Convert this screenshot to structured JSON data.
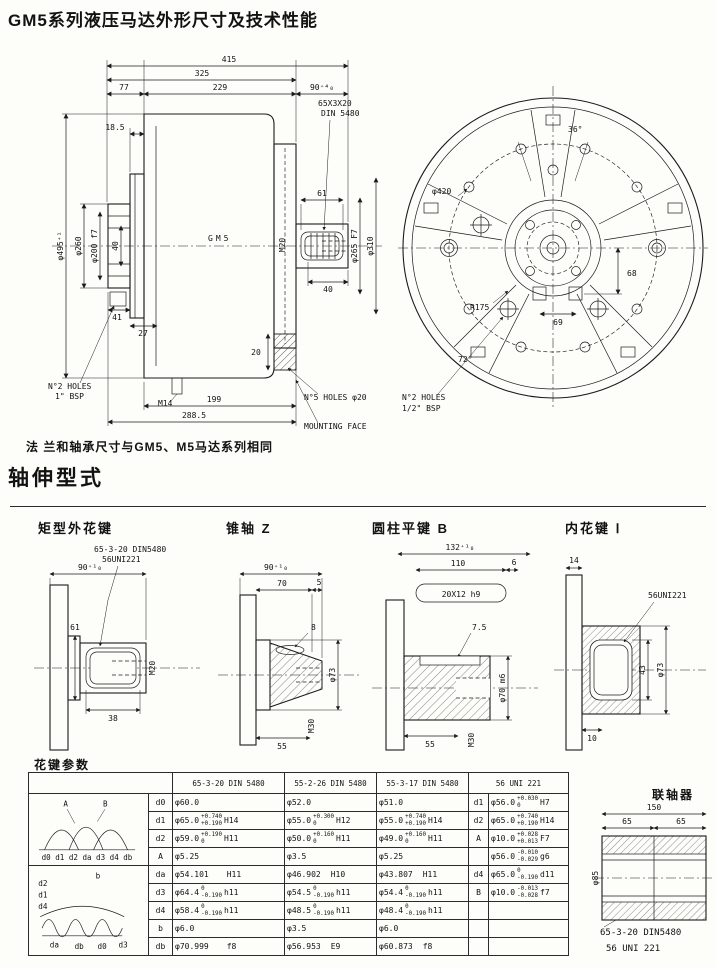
{
  "title": "GM5系列液压马达外形尺寸及技术性能",
  "note": "法 兰和轴承尺寸与GM5、M5马达系列相同",
  "section2_title": "轴伸型式",
  "side_view": {
    "gm5": "GM5",
    "d415": "415",
    "d325": "325",
    "d77": "77",
    "d229": "229",
    "d90": "90⁺⁴₀",
    "d18_5": "18.5",
    "d61": "61",
    "d495": "φ495⁺¹",
    "d260": "φ260",
    "d200": "φ200 f7",
    "d265": "φ265 F7",
    "d310": "φ310",
    "m20": "M20",
    "d40shaft": "40",
    "d40hub": "40",
    "d41": "41",
    "d27": "27",
    "m14": "M14",
    "d20": "20",
    "d199": "199",
    "d288": "288.5",
    "spline1": "65X3X20",
    "spline2": "DIN 5480",
    "holesL1": "N°2 HOLES",
    "holesL2": "1\" BSP",
    "holesR": "N°5 HOLES φ20",
    "mount": "MOUNTING FACE"
  },
  "front_view": {
    "a36": "36°",
    "d420": "φ420",
    "r175": "R175",
    "d68": "68",
    "d69": "69",
    "a72": "72°",
    "holes1": "N°2 HOLES",
    "holes2": "1/2\" BSP"
  },
  "shafts": {
    "s1": {
      "title": "矩型外花键",
      "note1": "65-3-20 DIN5480",
      "note2": "56UNI221",
      "len": "90⁺¹₀",
      "d61": "61",
      "d38": "38",
      "m20": "M20"
    },
    "s2": {
      "title": "锥轴 Z",
      "len": "90⁺¹₀",
      "d70": "70",
      "d5": "5",
      "d8": "8",
      "d73": "φ73",
      "m30": "M30",
      "d55": "55"
    },
    "s3": {
      "title": "圆柱平键 B",
      "len": "132⁺¹₀",
      "d110": "110",
      "d6": "6",
      "key": "20X12 h9",
      "d75": "7.5",
      "d70": "φ70 m6",
      "m30": "M30",
      "d55": "55"
    },
    "s4": {
      "title": "内花键 Ⅰ",
      "d14": "14",
      "d43": "43",
      "note": "56UNI221",
      "d73": "φ73",
      "d10": "10"
    }
  },
  "spline_table": {
    "caption": "花键参数",
    "col1": "65-3-20 DIN 5480",
    "col2": "55-2-26 DIN 5480",
    "col3": "55-3-17 DIN 5480",
    "col4": "56 UNI 221",
    "sk1": {
      "a": "A",
      "b": "B",
      "row": "d0 d1 d2 da d3 d4 db"
    },
    "sk2": {
      "labels": [
        "b",
        "d2",
        "d1",
        "d4",
        "da",
        "db",
        "d0",
        "d3"
      ]
    },
    "rows": [
      {
        "label": "d0",
        "c1": {
          "v": "φ60.0"
        },
        "c2": {
          "v": "φ52.0"
        },
        "c3": {
          "v": "φ51.0"
        },
        "c4l": "d1",
        "c4": {
          "v": "φ56.0",
          "tt": "+0.030",
          "tb": "0",
          "f": "H7"
        }
      },
      {
        "label": "d1",
        "c1": {
          "v": "φ65.0",
          "tt": "+0.740",
          "tb": "+0.190",
          "f": "H14"
        },
        "c2": {
          "v": "φ55.0",
          "tt": "+0.300",
          "tb": "0",
          "f": "H12"
        },
        "c3": {
          "v": "φ55.0",
          "tt": "+0.740",
          "tb": "+0.190",
          "f": "H14"
        },
        "c4l": "d2",
        "c4": {
          "v": "φ65.0",
          "tt": "+0.740",
          "tb": "+0.190",
          "f": "H14"
        }
      },
      {
        "label": "d2",
        "c1": {
          "v": "φ59.0",
          "tt": "+0.190",
          "tb": "0",
          "f": "H11"
        },
        "c2": {
          "v": "φ50.0",
          "tt": "+0.160",
          "tb": "0",
          "f": "H11"
        },
        "c3": {
          "v": "φ49.0",
          "tt": "+0.160",
          "tb": "0",
          "f": "H11"
        },
        "c4l": "A",
        "c4": {
          "v": "φ10.0",
          "tt": "+0.028",
          "tb": "+0.013",
          "f": "F7"
        }
      },
      {
        "label": "A",
        "c1": {
          "v": "φ5.25"
        },
        "c2": {
          "v": "φ3.5"
        },
        "c3": {
          "v": "φ5.25"
        },
        "c4l": "",
        "c4": {
          "v": "φ56.0",
          "tt": "-0.010",
          "tb": "-0.029",
          "f": "g6"
        }
      },
      {
        "label": "da",
        "c1": {
          "v": "φ54.101",
          "f": "H11"
        },
        "c2": {
          "v": "φ46.902",
          "f": "H10"
        },
        "c3": {
          "v": "φ43.807",
          "f": "H11"
        },
        "c4l": "d4",
        "c4": {
          "v": "φ65.0",
          "tt": "0",
          "tb": "-0.190",
          "f": "d11"
        }
      },
      {
        "label": "d3",
        "c1": {
          "v": "φ64.4",
          "tt": "0",
          "tb": "-0.190",
          "f": "h11"
        },
        "c2": {
          "v": "φ54.5",
          "tt": "0",
          "tb": "-0.190",
          "f": "h11"
        },
        "c3": {
          "v": "φ54.4",
          "tt": "0",
          "tb": "-0.190",
          "f": "h11"
        },
        "c4l": "B",
        "c4": {
          "v": "φ10.0",
          "tt": "-0.013",
          "tb": "-0.028",
          "f": "f7"
        }
      },
      {
        "label": "d4",
        "c1": {
          "v": "φ58.4",
          "tt": "0",
          "tb": "-0.190",
          "f": "h11"
        },
        "c2": {
          "v": "φ48.5",
          "tt": "0",
          "tb": "-0.190",
          "f": "h11"
        },
        "c3": {
          "v": "φ48.4",
          "tt": "0",
          "tb": "-0.190",
          "f": "h11"
        },
        "c4l": "",
        "c4": {
          "v": ""
        }
      },
      {
        "label": "b",
        "c1": {
          "v": "φ6.0"
        },
        "c2": {
          "v": "φ3.5"
        },
        "c3": {
          "v": "φ6.0"
        },
        "c4l": "",
        "c4": {
          "v": ""
        }
      },
      {
        "label": "db",
        "c1": {
          "v": "φ70.999",
          "f": "f8"
        },
        "c2": {
          "v": "φ56.953",
          "f": "E9"
        },
        "c3": {
          "v": "φ60.873",
          "f": "f8"
        },
        "c4l": "",
        "c4": {
          "v": ""
        }
      }
    ]
  },
  "coupling": {
    "title": "联轴器",
    "d150": "150",
    "d65a": "65",
    "d65b": "65",
    "d85": "φ85",
    "note1": "65-3-20 DIN5480",
    "note2": "56 UNI 221"
  }
}
